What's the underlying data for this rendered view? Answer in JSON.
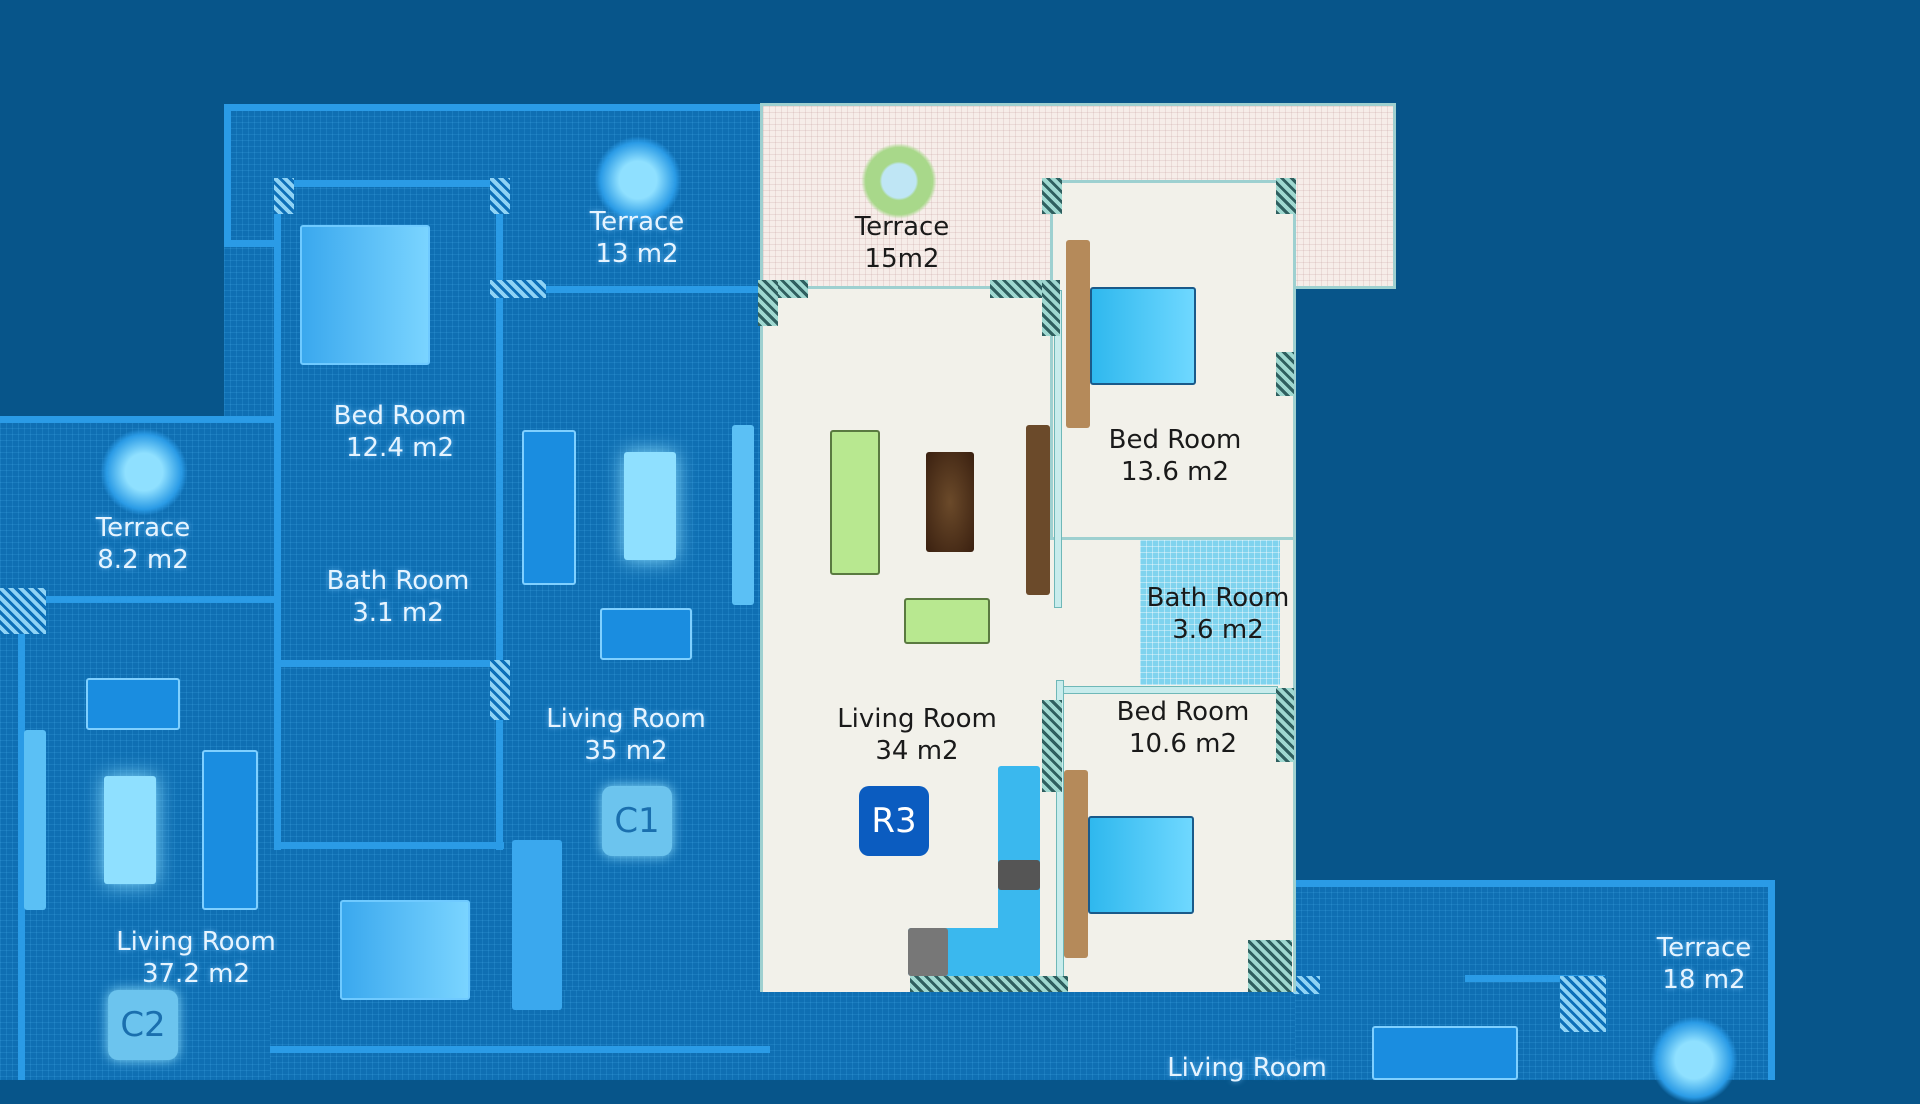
{
  "colors": {
    "background": "#07558a",
    "blueprint": "#0f6fb3",
    "highlight_floor": "#f2f1ea",
    "badge_r3": "#0b5cc0",
    "badge_c": "#6cc4ee"
  },
  "rooms": {
    "terrace_13": {
      "name": "Terrace",
      "area": "13 m2"
    },
    "terrace_15": {
      "name": "Terrace",
      "area": "15m2"
    },
    "bed_12_4": {
      "name": "Bed Room",
      "area": "12.4 m2"
    },
    "terrace_8_2": {
      "name": "Terrace",
      "area": "8.2 m2"
    },
    "bath_3_1": {
      "name": "Bath Room",
      "area": "3.1 m2"
    },
    "living_35": {
      "name": "Living Room",
      "area": "35  m2"
    },
    "living_37_2": {
      "name": "Living Room",
      "area": "37.2 m2"
    },
    "bed_13_6": {
      "name": "Bed Room",
      "area": "13.6 m2"
    },
    "bath_3_6": {
      "name": "Bath Room",
      "area": "3.6 m2"
    },
    "bed_10_6": {
      "name": "Bed Room",
      "area": "10.6 m2"
    },
    "living_34": {
      "name": "Living Room",
      "area": "34  m2"
    },
    "terrace_18": {
      "name": "Terrace",
      "area": "18 m2"
    },
    "living_bottom": {
      "name": "Living Room"
    }
  },
  "units": {
    "c1": "C1",
    "c2": "C2",
    "r3": "R3"
  }
}
